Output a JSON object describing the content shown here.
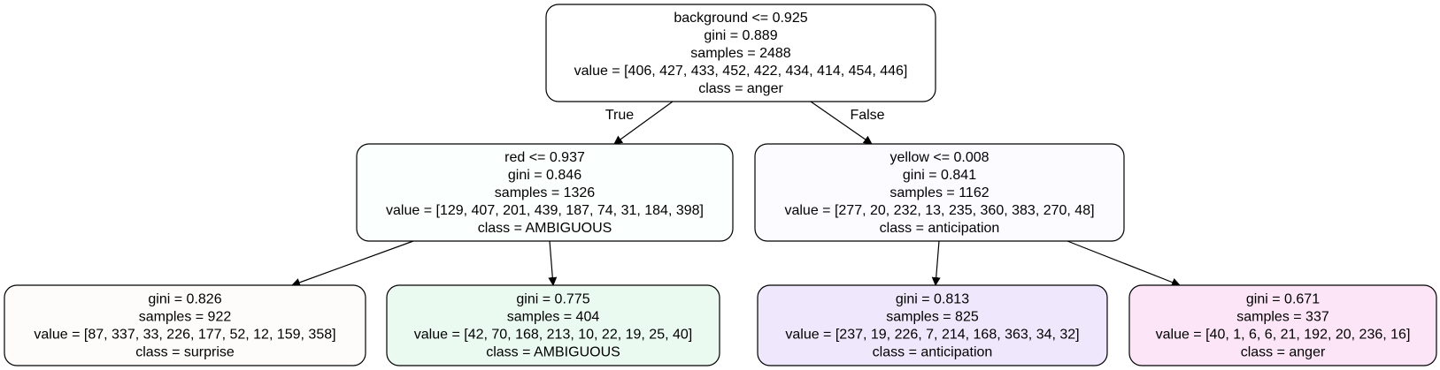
{
  "tree": {
    "nodes": [
      {
        "id": "root",
        "fill": "#ffffff",
        "lines": [
          "background <= 0.925",
          "gini = 0.889",
          "samples = 2488",
          "value = [406, 427, 433, 452, 422, 434, 414, 454, 446]",
          "class = anger"
        ]
      },
      {
        "id": "left",
        "fill": "#fbfffd",
        "lines": [
          "red <= 0.937",
          "gini = 0.846",
          "samples = 1326",
          "value = [129, 407, 201, 439, 187, 74, 31, 184, 398]",
          "class = AMBIGUOUS"
        ]
      },
      {
        "id": "right",
        "fill": "#fcfbff",
        "lines": [
          "yellow <= 0.008",
          "gini = 0.841",
          "samples = 1162",
          "value = [277, 20, 232, 13, 235, 360, 383, 270, 48]",
          "class = anticipation"
        ]
      },
      {
        "id": "ll",
        "fill": "#fdfcfa",
        "lines": [
          "gini = 0.826",
          "samples = 922",
          "value = [87, 337, 33, 226, 177, 52, 12, 159, 358]",
          "class = surprise"
        ]
      },
      {
        "id": "lr",
        "fill": "#eafaf0",
        "lines": [
          "gini = 0.775",
          "samples = 404",
          "value = [42, 70, 168, 213, 10, 22, 19, 25, 40]",
          "class = AMBIGUOUS"
        ]
      },
      {
        "id": "rl",
        "fill": "#efe7fb",
        "lines": [
          "gini = 0.813",
          "samples = 825",
          "value = [237, 19, 226, 7, 214, 168, 363, 34, 32]",
          "class = anticipation"
        ]
      },
      {
        "id": "rr",
        "fill": "#fbe5f6",
        "lines": [
          "gini = 0.671",
          "samples = 337",
          "value = [40, 1, 6, 6, 21, 192, 20, 236, 16]",
          "class = anger"
        ]
      }
    ],
    "edges": [
      {
        "from": "root",
        "to": "left",
        "label": "True"
      },
      {
        "from": "root",
        "to": "right",
        "label": "False"
      },
      {
        "from": "left",
        "to": "ll",
        "label": ""
      },
      {
        "from": "left",
        "to": "lr",
        "label": ""
      },
      {
        "from": "right",
        "to": "rl",
        "label": ""
      },
      {
        "from": "right",
        "to": "rr",
        "label": ""
      }
    ]
  }
}
